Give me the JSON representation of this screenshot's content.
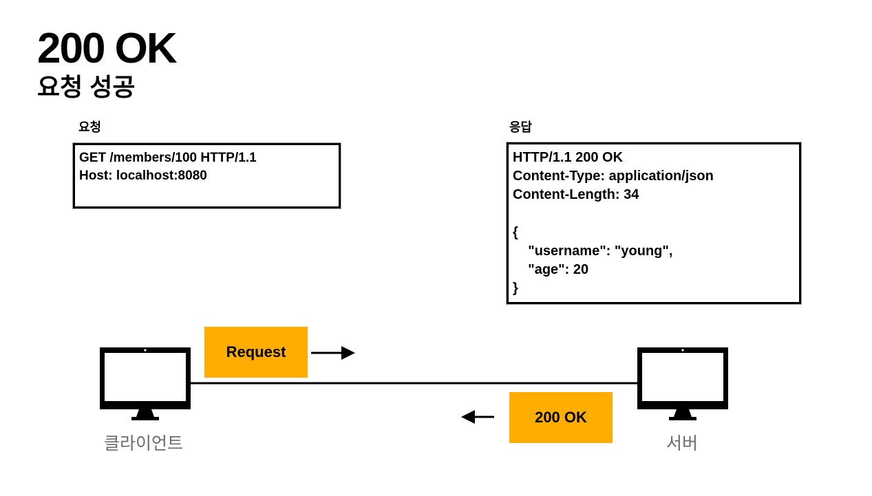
{
  "slide": {
    "title": "200 OK",
    "subtitle": "요청 성공"
  },
  "request": {
    "label": "요청",
    "lines": [
      "GET /members/100 HTTP/1.1",
      "Host: localhost:8080"
    ]
  },
  "response": {
    "label": "응답",
    "lines": [
      "HTTP/1.1 200 OK",
      "Content-Type: application/json",
      "Content-Length: 34",
      "",
      "{",
      "    \"username\": \"young\",",
      "    \"age\": 20",
      "}"
    ]
  },
  "flow": {
    "request_tag": "Request",
    "response_tag": "200 OK",
    "client_label": "클라이언트",
    "server_label": "서버"
  },
  "colors": {
    "tag": "#ffae00",
    "device": "#000000",
    "device_label": "#6b6b6b"
  }
}
